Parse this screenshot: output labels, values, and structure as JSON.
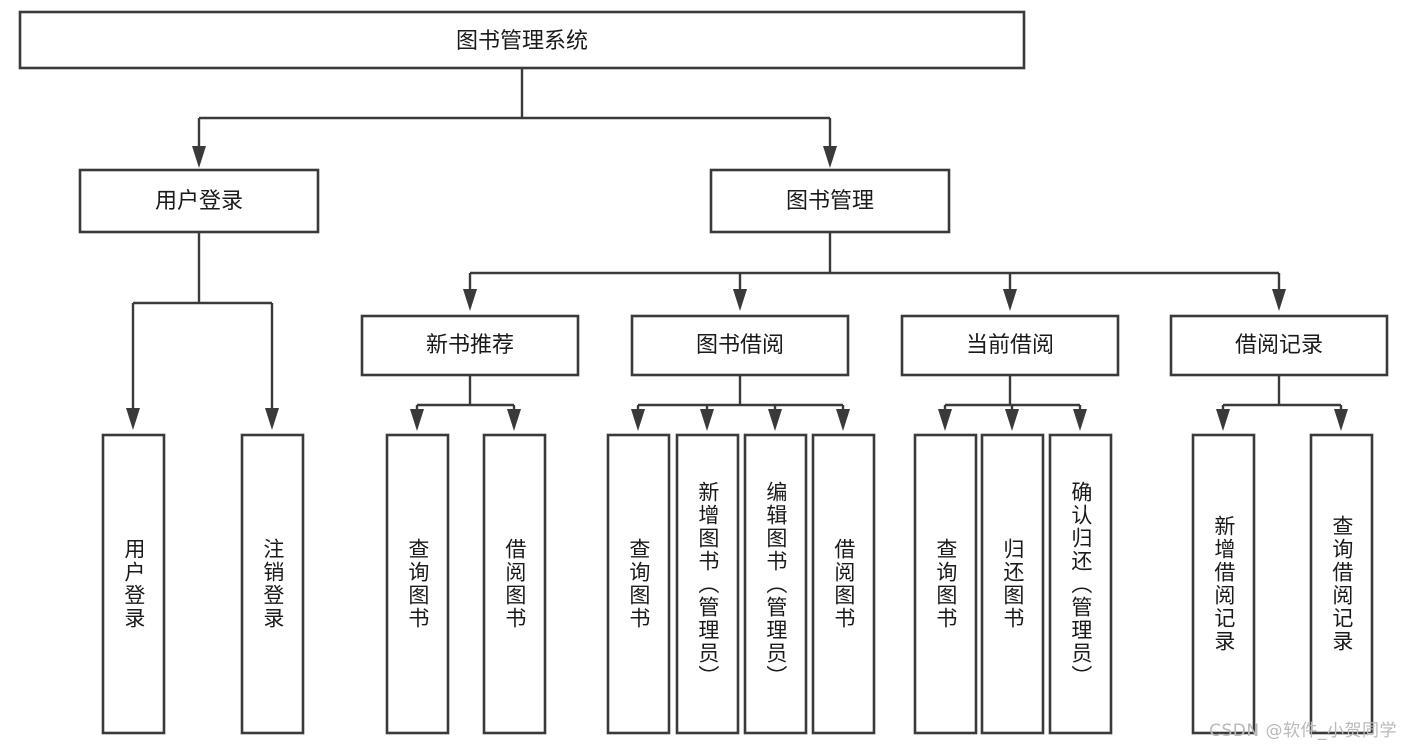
{
  "diagram": {
    "kind": "tree-hierarchy-chart",
    "title": "图书管理系统",
    "watermark": "CSDN @软件_小贺同学",
    "colors": {
      "box_stroke": "#3a3a3a",
      "box_fill": "#ffffff",
      "connector": "#3a3a3a",
      "text": "#1a1a1a",
      "background": "#ffffff",
      "watermark": "#b9b9b9"
    },
    "levels": {
      "root": {
        "label": "图书管理系统"
      },
      "level2": [
        {
          "label": "用户登录"
        },
        {
          "label": "图书管理"
        }
      ],
      "level3": [
        {
          "label": "新书推荐"
        },
        {
          "label": "图书借阅"
        },
        {
          "label": "当前借阅"
        },
        {
          "label": "借阅记录"
        }
      ],
      "leaves": {
        "user_login": [
          {
            "label": "用户登录"
          },
          {
            "label": "注销登录"
          }
        ],
        "new_book_recommend": [
          {
            "label": "查询图书"
          },
          {
            "label": "借阅图书"
          }
        ],
        "book_borrow": [
          {
            "label": "查询图书"
          },
          {
            "label": "新增图书（管理员）"
          },
          {
            "label": "编辑图书（管理员）"
          },
          {
            "label": "借阅图书"
          }
        ],
        "current_borrow": [
          {
            "label": "查询图书"
          },
          {
            "label": "归还图书"
          },
          {
            "label": "确认归还（管理员）"
          }
        ],
        "borrow_record": [
          {
            "label": "新增借阅记录"
          },
          {
            "label": "查询借阅记录"
          }
        ]
      }
    }
  }
}
